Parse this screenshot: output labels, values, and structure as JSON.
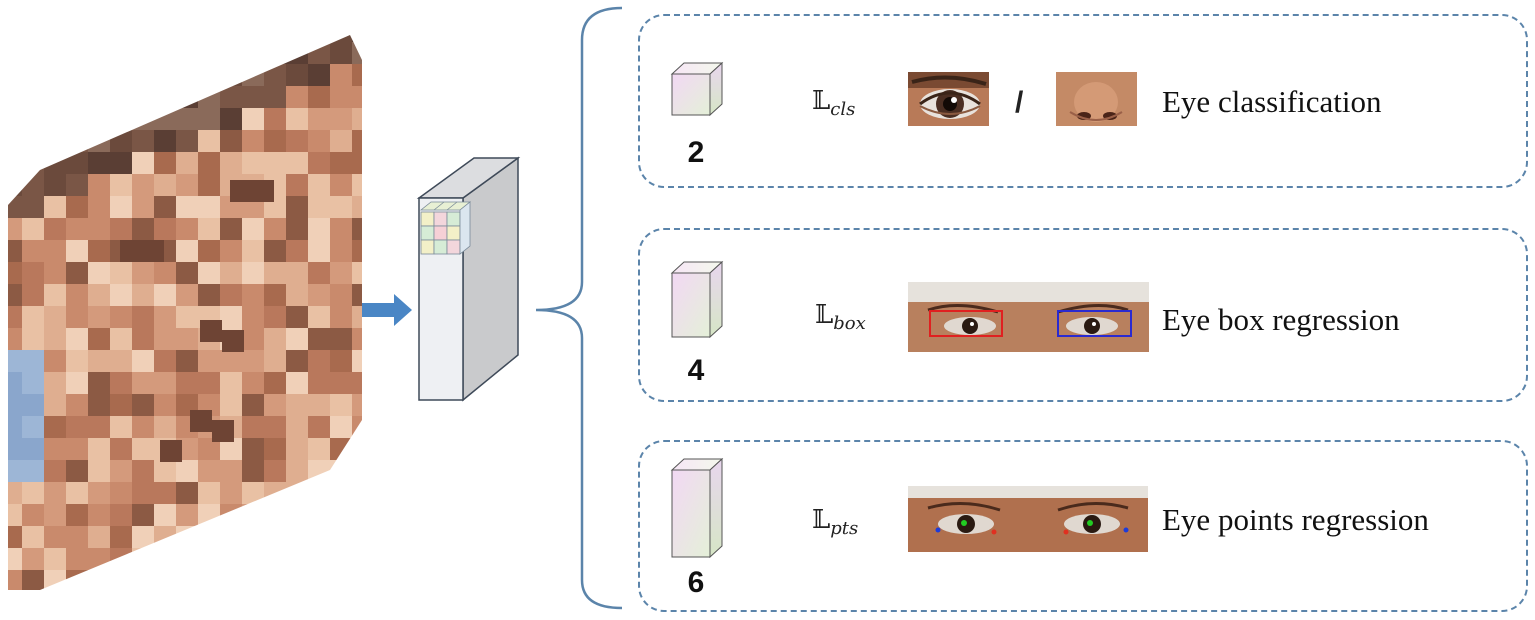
{
  "heads": [
    {
      "channels": "2",
      "loss_symbol": "𝕃",
      "loss_subscript": "cls",
      "separator": "/",
      "task": "Eye classification"
    },
    {
      "channels": "4",
      "loss_symbol": "𝕃",
      "loss_subscript": "box",
      "task": "Eye box regression"
    },
    {
      "channels": "6",
      "loss_symbol": "𝕃",
      "loss_subscript": "pts",
      "task": "Eye points regression"
    }
  ],
  "colors": {
    "panel_border": "#5b84aa",
    "arrow": "#4a86c5",
    "brace": "#5b84aa",
    "box_left": "#e02020",
    "box_right": "#2a2ad0",
    "landmark_center": "#22cc22",
    "landmark_outer": "#1e3cd8",
    "landmark_inner": "#e03020"
  }
}
